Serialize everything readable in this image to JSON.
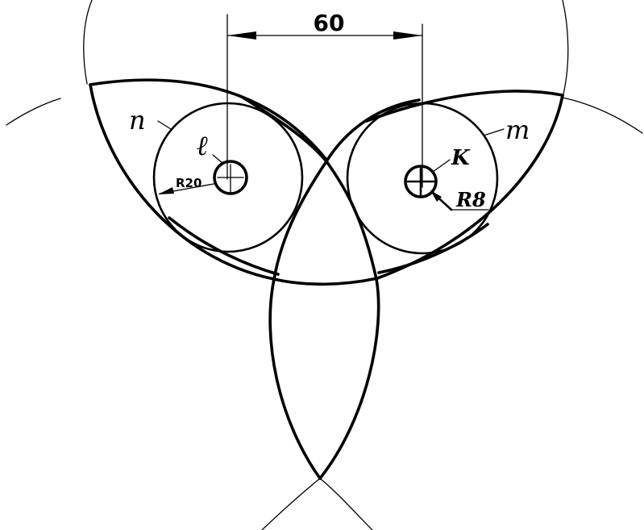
{
  "dimension": {
    "text": "60"
  },
  "labels": {
    "n": "n",
    "m": "m",
    "l": "ℓ",
    "k": "K",
    "r20": "R20",
    "r8": "R8"
  },
  "colors": {
    "ink": "#000000",
    "paper": "#ffffff"
  }
}
